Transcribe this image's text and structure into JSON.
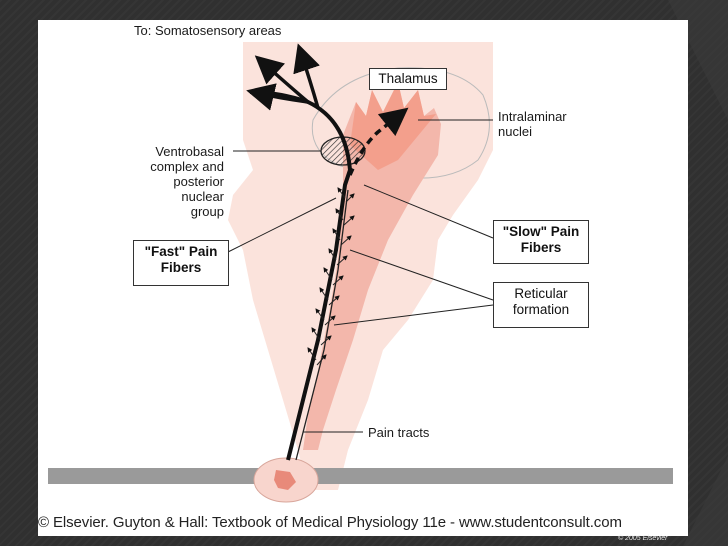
{
  "labels": {
    "top_target": "To: Somatosensory areas",
    "thalamus": "Thalamus",
    "intralaminar": [
      "Intralaminar",
      "nuclei"
    ],
    "ventrobasal": [
      "Ventrobasal",
      "complex and",
      "posterior",
      "nuclear",
      "group"
    ],
    "fast_pain": [
      "\"Fast\" Pain",
      "Fibers"
    ],
    "slow_pain": [
      "\"Slow\" Pain",
      "Fibers"
    ],
    "reticular": [
      "Reticular",
      "formation"
    ],
    "pain_tracts": "Pain tracts"
  },
  "footer": {
    "copyright": "© Elsevier. Guyton & Hall: Textbook of Medical Physiology 11e - www.studentconsult.com",
    "year_note": "© 2005 Elsevier"
  },
  "colors": {
    "brainstem_fill": "#fbe3dc",
    "tract_fill": "#f3b7ab",
    "thalamus_spike_fill": "#f39f8c",
    "spinal_bar": "#9a9a9a",
    "slide_bg": "#303030"
  }
}
